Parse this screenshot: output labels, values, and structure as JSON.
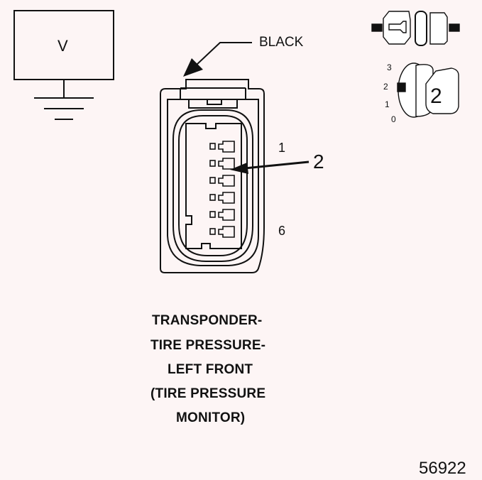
{
  "meter": {
    "symbol": "V"
  },
  "connector": {
    "wire_color": "BLACK",
    "pin_first": "1",
    "pin_last": "6",
    "callout": "2"
  },
  "key_switch": {
    "positions": [
      "3",
      "2",
      "1",
      "0"
    ],
    "key_number": "2"
  },
  "caption": {
    "lines": [
      "TRANSPONDER-",
      "TIRE PRESSURE-",
      "LEFT FRONT",
      "(TIRE PRESSURE",
      "MONITOR)"
    ]
  },
  "figure_id": "56922",
  "colors": {
    "background": "#fdf5f5",
    "ink": "#111111"
  }
}
